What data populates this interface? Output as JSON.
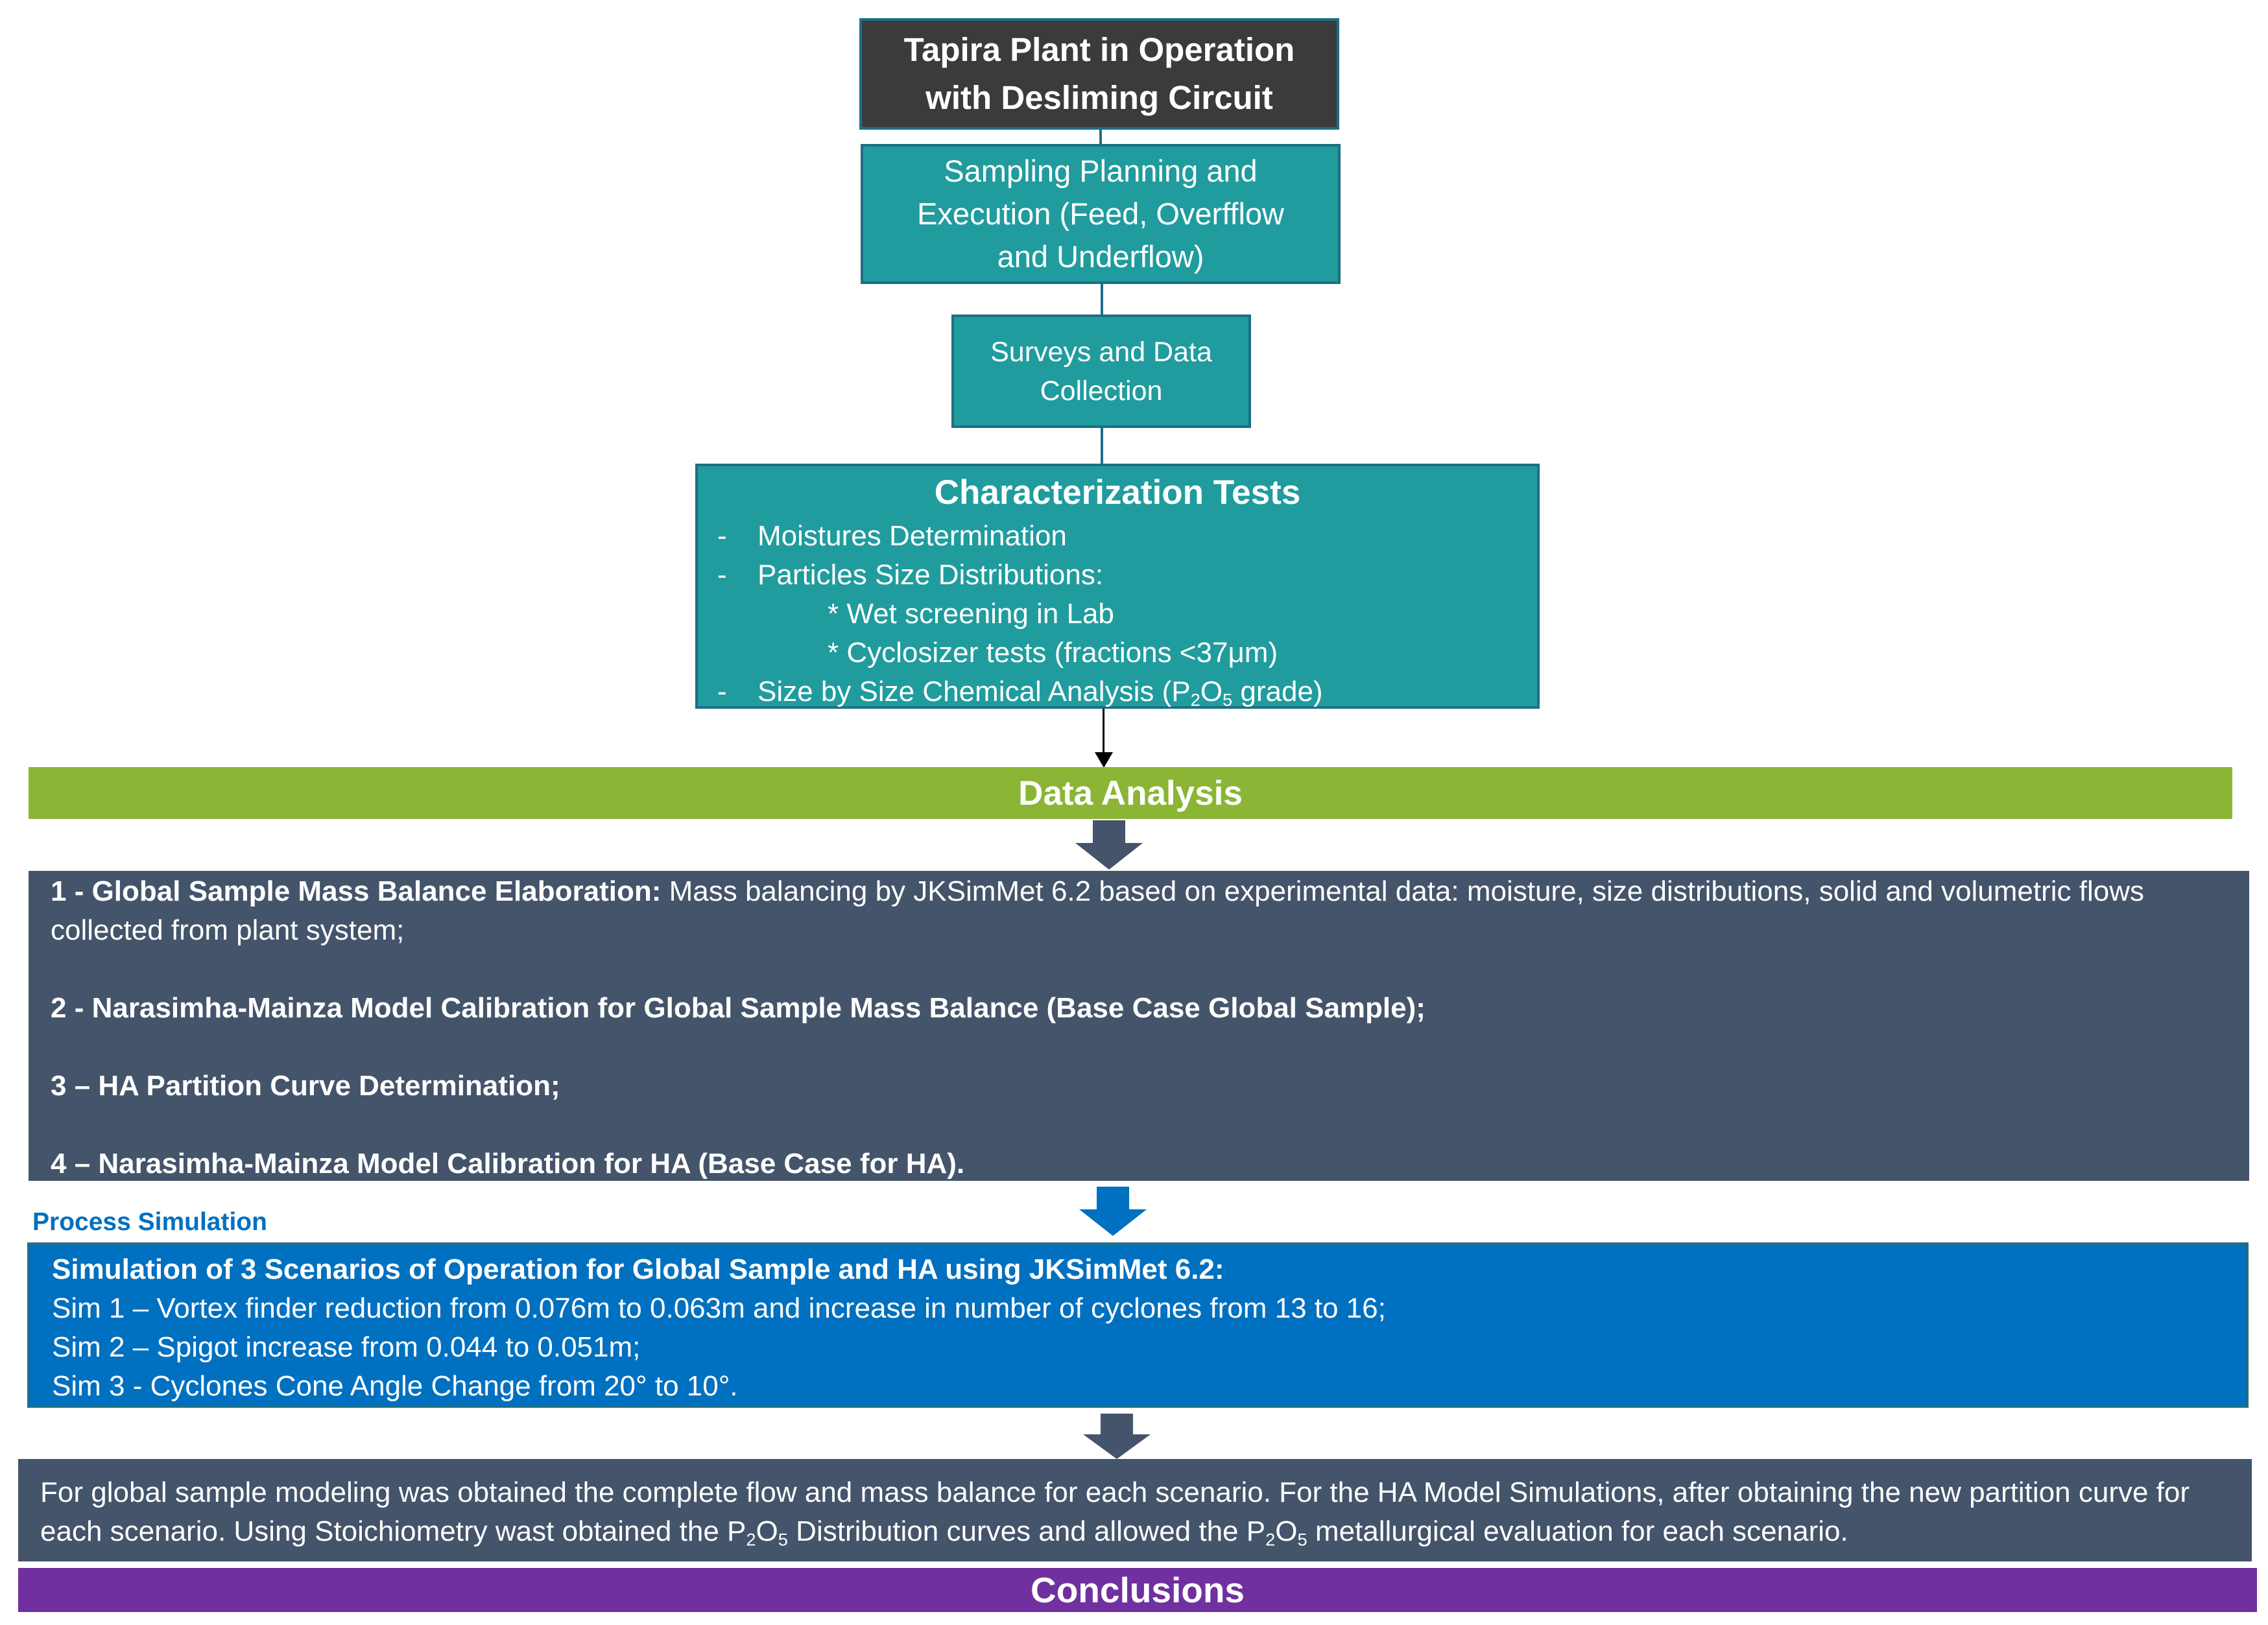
{
  "header_box": {
    "line1": "Tapira Plant in Operation",
    "line2": "with Desliming Circuit"
  },
  "sampling_box": {
    "line1": "Sampling Planning and",
    "line2": "Execution (Feed, Overfflow",
    "line3": "and Underflow)"
  },
  "surveys_box": {
    "line1": "Surveys and Data",
    "line2": "Collection"
  },
  "characterization": {
    "title": "Characterization Tests",
    "dash": "-",
    "item1": "Moistures Determination",
    "item2": "Particles Size Distributions:",
    "sub1": "* Wet screening in Lab",
    "sub2": "* Cyclosizer tests (fractions <37μm)",
    "item3_pre": "Size by Size Chemical Analysis (P",
    "item3_sub1": "2",
    "item3_mid": "O",
    "item3_sub2": "5",
    "item3_post": " grade)"
  },
  "data_analysis": "Data Analysis",
  "analysis_steps": {
    "step1_bold": "1 - Global Sample Mass Balance Elaboration:",
    "step1_text": " Mass balancing by JKSimMet 6.2 based on experimental data: moisture, size distributions, solid and volumetric flows collected from plant system;",
    "step2": "2 - Narasimha-Mainza Model Calibration for Global Sample Mass Balance (Base Case Global Sample);",
    "step3": "3 – HA Partition Curve Determination;",
    "step4": "4 – Narasimha-Mainza Model Calibration  for HA (Base Case for HA)."
  },
  "process_simulation_label": "Process Simulation",
  "simulation": {
    "title": "Simulation of 3 Scenarios of Operation for Global Sample and HA using JKSimMet 6.2:",
    "sim1": "Sim 1 – Vortex finder reduction from 0.076m to 0.063m and increase in number of cyclones from 13 to 16;",
    "sim2": "Sim 2 – Spigot increase from 0.044 to 0.051m;",
    "sim3": "Sim 3 -  Cyclones Cone Angle Change from 20° to 10°."
  },
  "results": {
    "part1": "For global sample modeling was obtained the complete flow and mass balance for each scenario. For the HA Model Simulations, after obtaining the new partition curve for each scenario. Using Stoichiometry wast obtained the P",
    "sub_a1": "2",
    "part2": "O",
    "sub_a2": "5",
    "part3": " Distribution curves and allowed the P",
    "sub_b1": "2",
    "part4": "O",
    "sub_b2": "5",
    "part5": " metallurgical evaluation for each scenario."
  },
  "conclusions": "Conclusions",
  "colors": {
    "teal_fill": "#209c9e",
    "teal_border": "#1e6f86",
    "header_fill": "#3b3b3b",
    "green_bar": "#8bb535",
    "slate": "#44546a",
    "blue": "#0070c0",
    "purple": "#7030a0"
  }
}
